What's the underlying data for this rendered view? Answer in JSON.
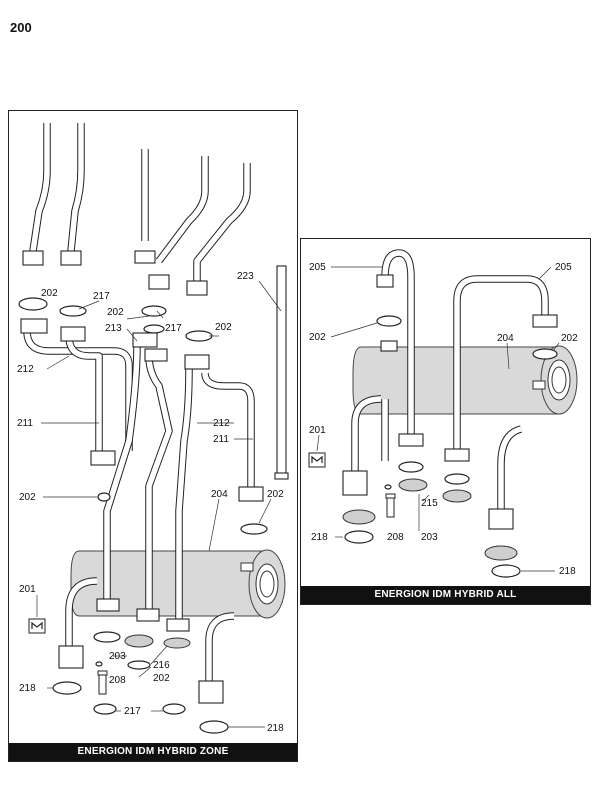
{
  "page_number": "200",
  "panels": {
    "zone": {
      "title": "ENERGION IDM HYBRID ZONE",
      "labels": [
        "202",
        "217",
        "202",
        "213",
        "217",
        "202",
        "223",
        "212",
        "211",
        "212",
        "211",
        "202",
        "204",
        "202",
        "201",
        "203",
        "216",
        "202",
        "208",
        "218",
        "217",
        "218"
      ]
    },
    "all": {
      "title": "ENERGION IDM HYBRID ALL",
      "labels": [
        "205",
        "205",
        "202",
        "204",
        "202",
        "201",
        "215",
        "218",
        "208",
        "203",
        "218"
      ]
    }
  }
}
